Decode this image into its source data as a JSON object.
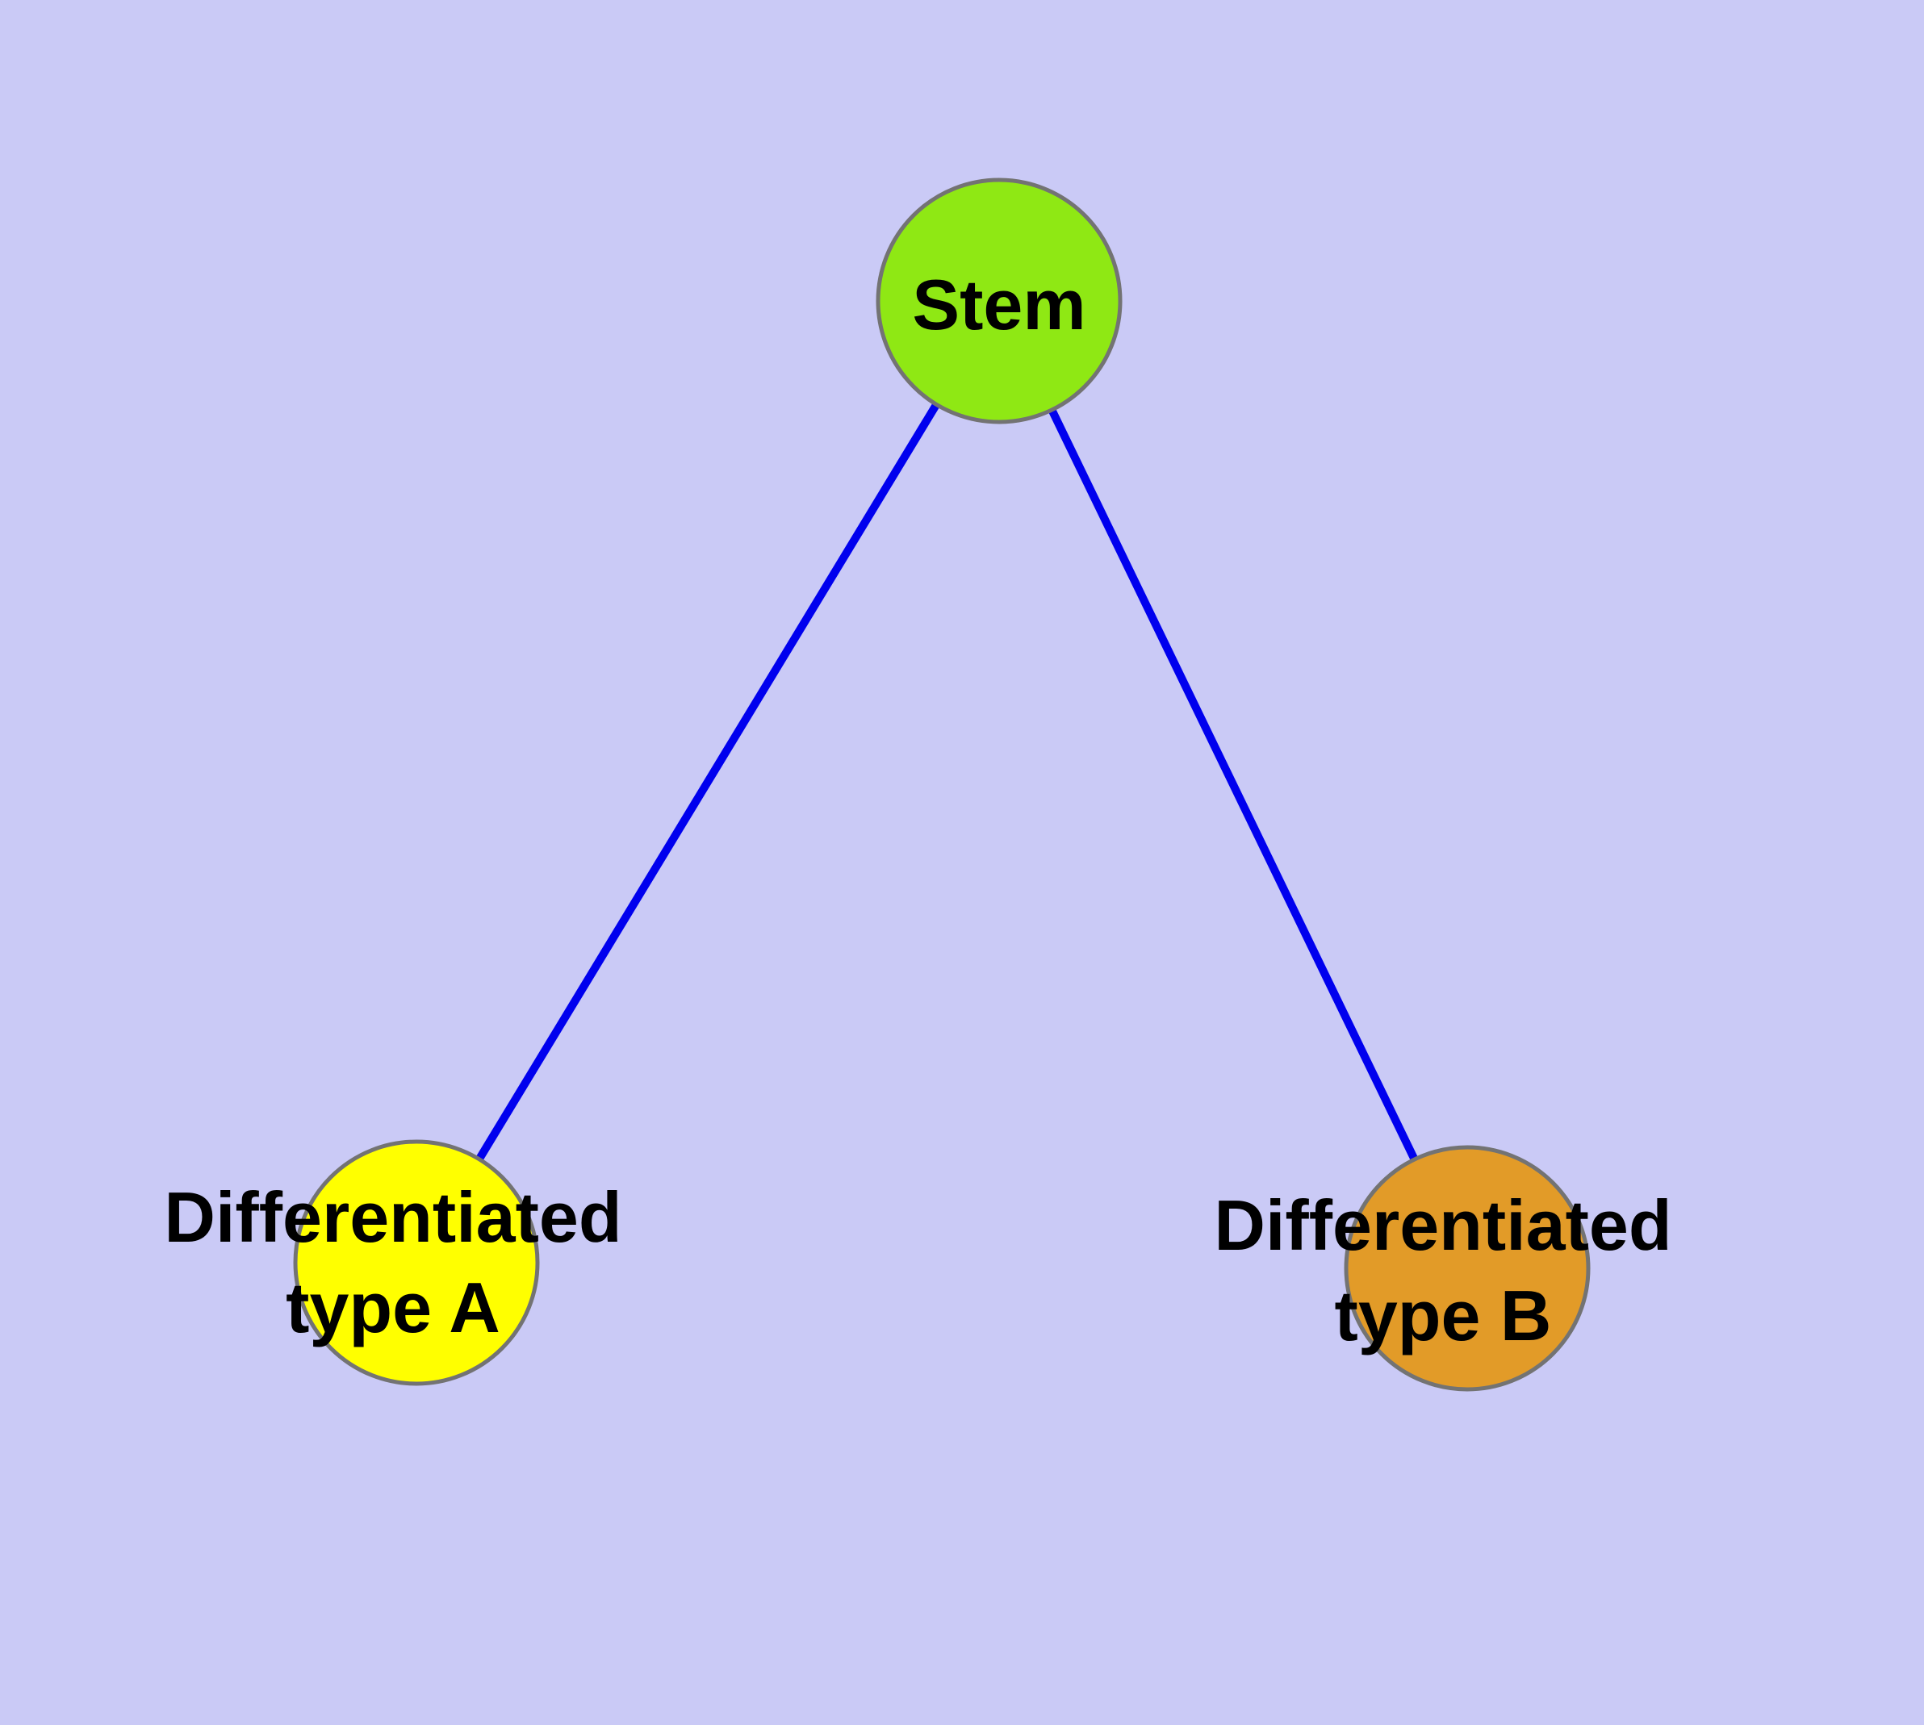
{
  "diagram": {
    "background_color": "#CACAF6",
    "edge_color": "#0000EE",
    "node_border_color": "#737373",
    "nodes": {
      "stem": {
        "label": "Stem",
        "fill": "#8FE814"
      },
      "typeA": {
        "label": "Differentiated\ntype A",
        "fill": "#FFFF00"
      },
      "typeB": {
        "label": "Differentiated\ntype B",
        "fill": "#E29B28"
      }
    },
    "edges": [
      {
        "from": "Stem",
        "to": "Differentiated type A"
      },
      {
        "from": "Stem",
        "to": "Differentiated type B"
      }
    ]
  }
}
